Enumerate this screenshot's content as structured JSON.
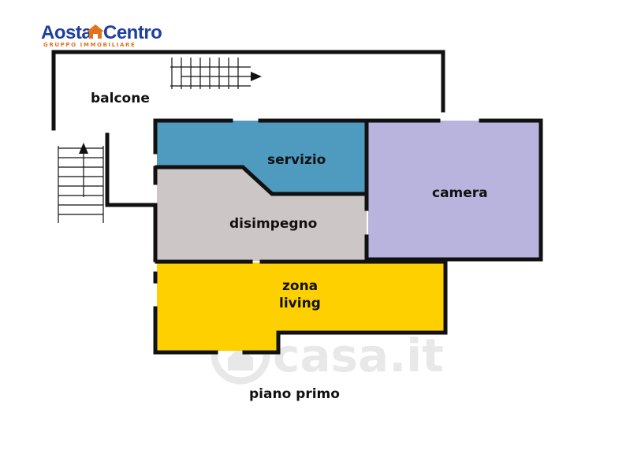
{
  "brand": {
    "name_left": "Aosta",
    "name_right": "Centro",
    "subtitle": "GRUPPO IMMOBILIARE"
  },
  "rooms": {
    "balcone": "balcone",
    "servizio": "servizio",
    "camera": "camera",
    "disimpegno": "disimpegno",
    "zona_line1": "zona",
    "zona_line2": "living"
  },
  "floor_label": "piano primo",
  "watermark": "casa.it",
  "colors": {
    "servizio": "#4f9bbf",
    "camera": "#b9b4dd",
    "disimpegno": "#cdc6c6",
    "zona_living": "#fed000",
    "walls": "#111111",
    "brand_blue": "#1f3f9c",
    "brand_orange": "#e0731e"
  }
}
